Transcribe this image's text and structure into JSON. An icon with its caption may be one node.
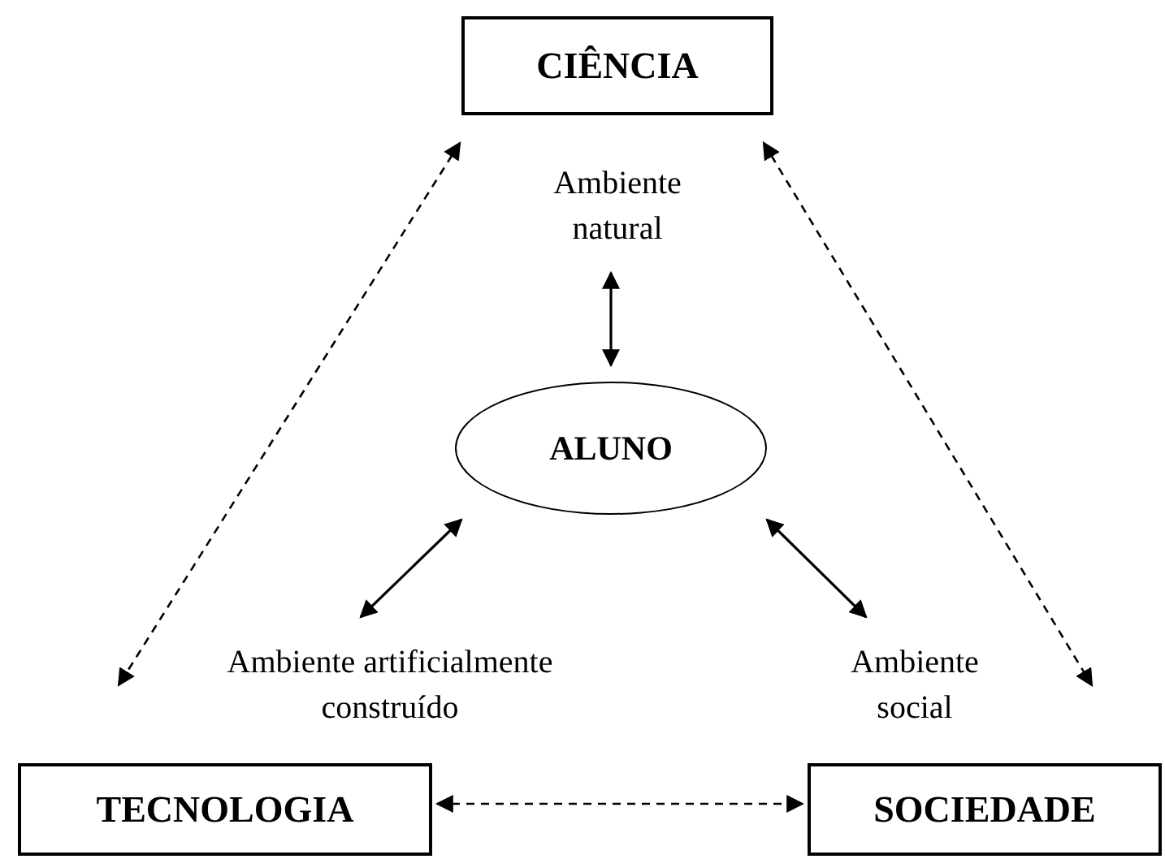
{
  "diagram": {
    "nodes": [
      {
        "text": [
          "CIÊNCIA"
        ]
      },
      {
        "text": [
          "Ambiente natural"
        ]
      },
      {
        "text": [
          "ALUNO"
        ]
      },
      {
        "text": [
          "Ambiente artificialmente construído"
        ]
      },
      {
        "text": [
          "Ambiente social"
        ]
      },
      {
        "text": [
          "TECNOLOGIA"
        ]
      },
      {
        "text": [
          "SOCIEDADE"
        ]
      }
    ],
    "edges": [
      {
        "from": 0,
        "to": 5,
        "arrow": "both",
        "style": "dashed"
      },
      {
        "from": 0,
        "to": 6,
        "arrow": "both",
        "style": "dashed"
      },
      {
        "from": 1,
        "to": 2,
        "arrow": "both"
      },
      {
        "from": 2,
        "to": 3,
        "arrow": "both"
      },
      {
        "from": 2,
        "to": 4,
        "arrow": "both"
      },
      {
        "from": 5,
        "to": 6,
        "arrow": "both",
        "style": "dashed"
      }
    ]
  }
}
